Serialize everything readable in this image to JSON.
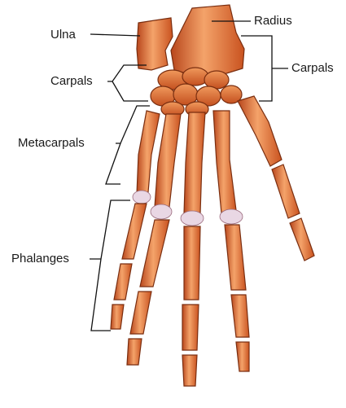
{
  "labels": {
    "ulna": "Ulna",
    "radius": "Radius",
    "carpals_left": "Carpals",
    "carpals_right": "Carpals",
    "metacarpals": "Metacarpals",
    "phalanges": "Phalanges"
  },
  "colors": {
    "bone_light": "#f4a36a",
    "bone_mid": "#e0692e",
    "bone_dark": "#b8461c",
    "outline": "#7a2e10",
    "cartilage": "#e9d7e4",
    "leader_lines": "#111111"
  }
}
